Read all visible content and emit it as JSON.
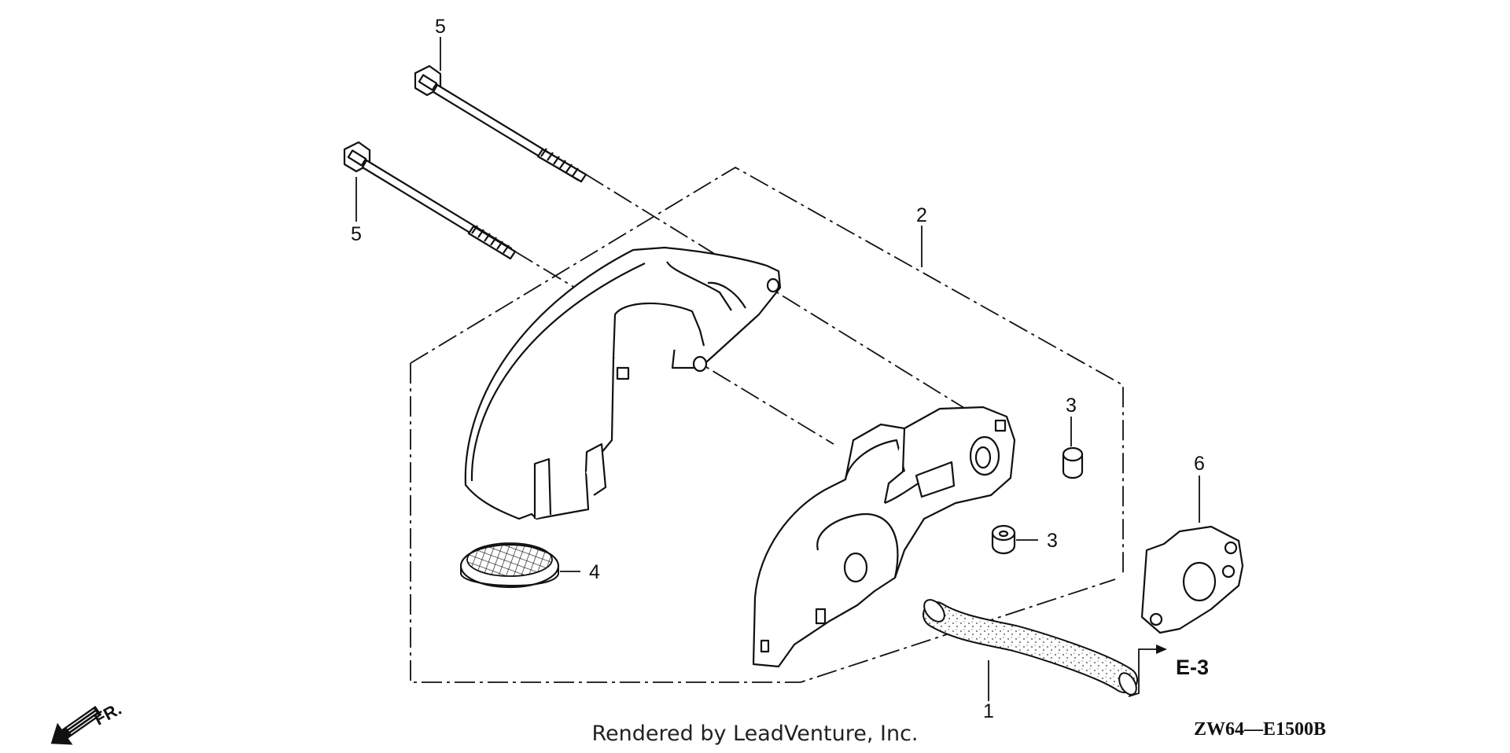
{
  "diagram": {
    "callouts": [
      {
        "id": "5a",
        "number": "5"
      },
      {
        "id": "5b",
        "number": "5"
      },
      {
        "id": "2",
        "number": "2"
      },
      {
        "id": "3a",
        "number": "3"
      },
      {
        "id": "3b",
        "number": "3"
      },
      {
        "id": "4",
        "number": "4"
      },
      {
        "id": "6",
        "number": "6"
      },
      {
        "id": "1",
        "number": "1"
      }
    ],
    "reference": "E-3",
    "front_indicator": "FR.",
    "diagram_code": "ZW64—E1500B"
  },
  "footer": {
    "credit": "Rendered by LeadVenture, Inc."
  }
}
